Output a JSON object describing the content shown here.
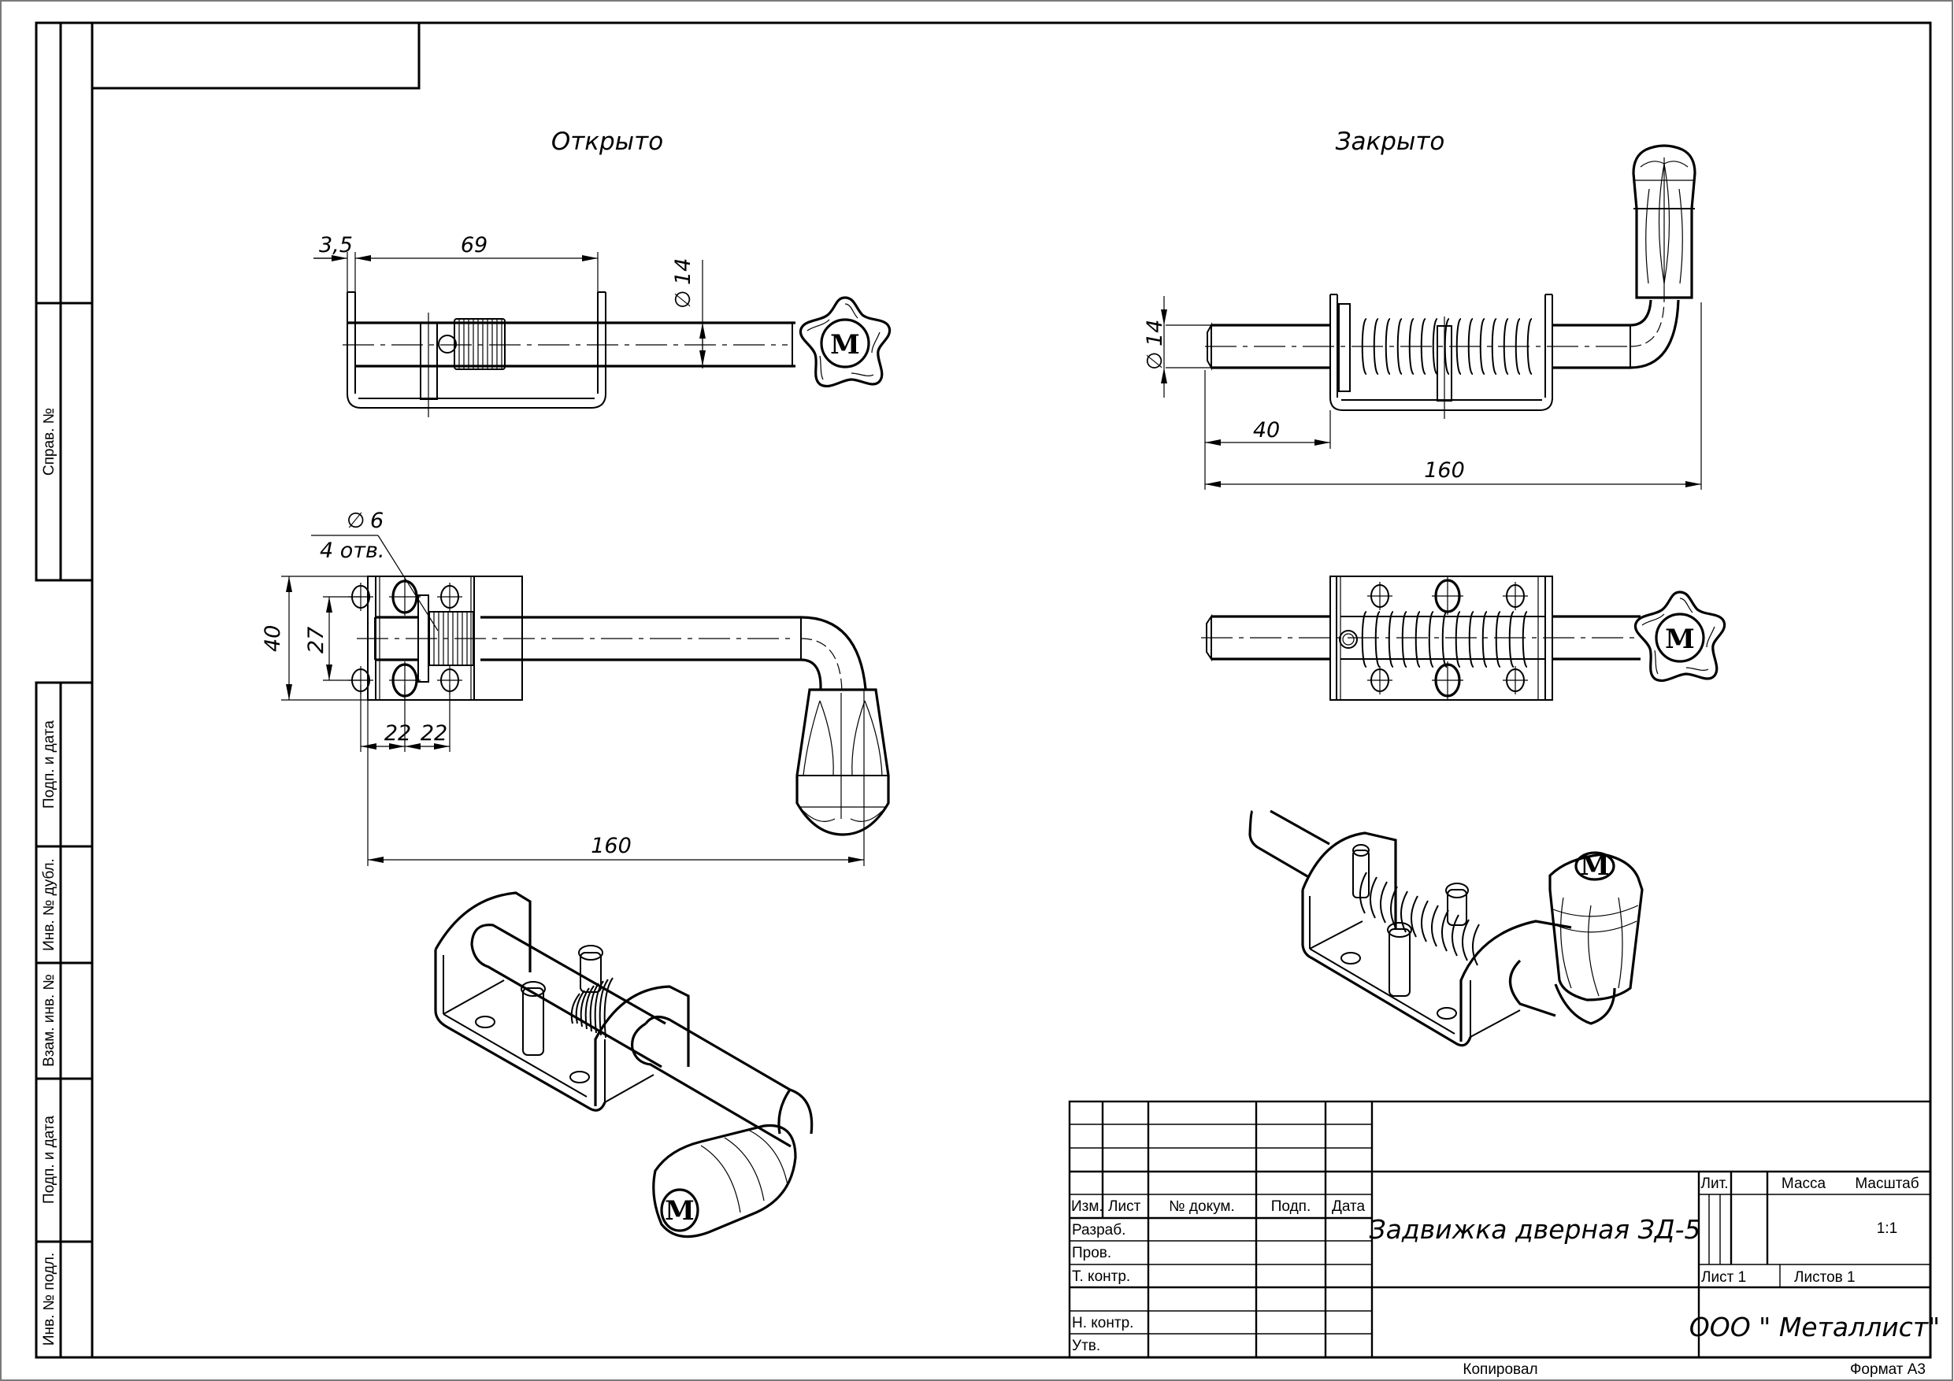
{
  "sheet": {
    "format_label": "Формат А3",
    "copied_label": "Копировал"
  },
  "side_strip": {
    "labels": [
      "Справ. №",
      "Подп. и дата",
      "Инв. № дубл.",
      "Взам. инв. №",
      "Подп. и дата",
      "Инв. № подл."
    ]
  },
  "views": {
    "open_caption": "Открыто",
    "closed_caption": "Закрыто",
    "knob_letter": "M"
  },
  "dimensions": {
    "open_top": {
      "offset": "3,5",
      "length": "69",
      "diameter": "14",
      "diameter_symbol": "∅"
    },
    "open_front": {
      "hole_diameter": "6",
      "hole_symbol": "∅",
      "hole_count": "4 отв.",
      "height": "40",
      "hole_spacing_vertical": "27",
      "hole_spacing_1": "22",
      "hole_spacing_2": "22",
      "overall_length": "160"
    },
    "closed_top": {
      "diameter": "14",
      "diameter_symbol": "∅",
      "protrusion": "40",
      "overall_length": "160"
    }
  },
  "title_block": {
    "headers": {
      "izm": "Изм.",
      "list": "Лист",
      "doc_no": "№ докум.",
      "sign": "Подп.",
      "date": "Дата"
    },
    "roles": [
      "Разраб.",
      "Пров.",
      "Т. контр.",
      "",
      "Н. контр.",
      "Утв."
    ],
    "document_title": "Задвижка дверная ЗД-5",
    "lit_label": "Лит.",
    "mass_label": "Масса",
    "scale_label": "Масштаб",
    "scale_value": "1:1",
    "sheet_label": "Лист 1",
    "sheets_label": "Листов 1",
    "organization": "ООО \" Металлист\""
  }
}
